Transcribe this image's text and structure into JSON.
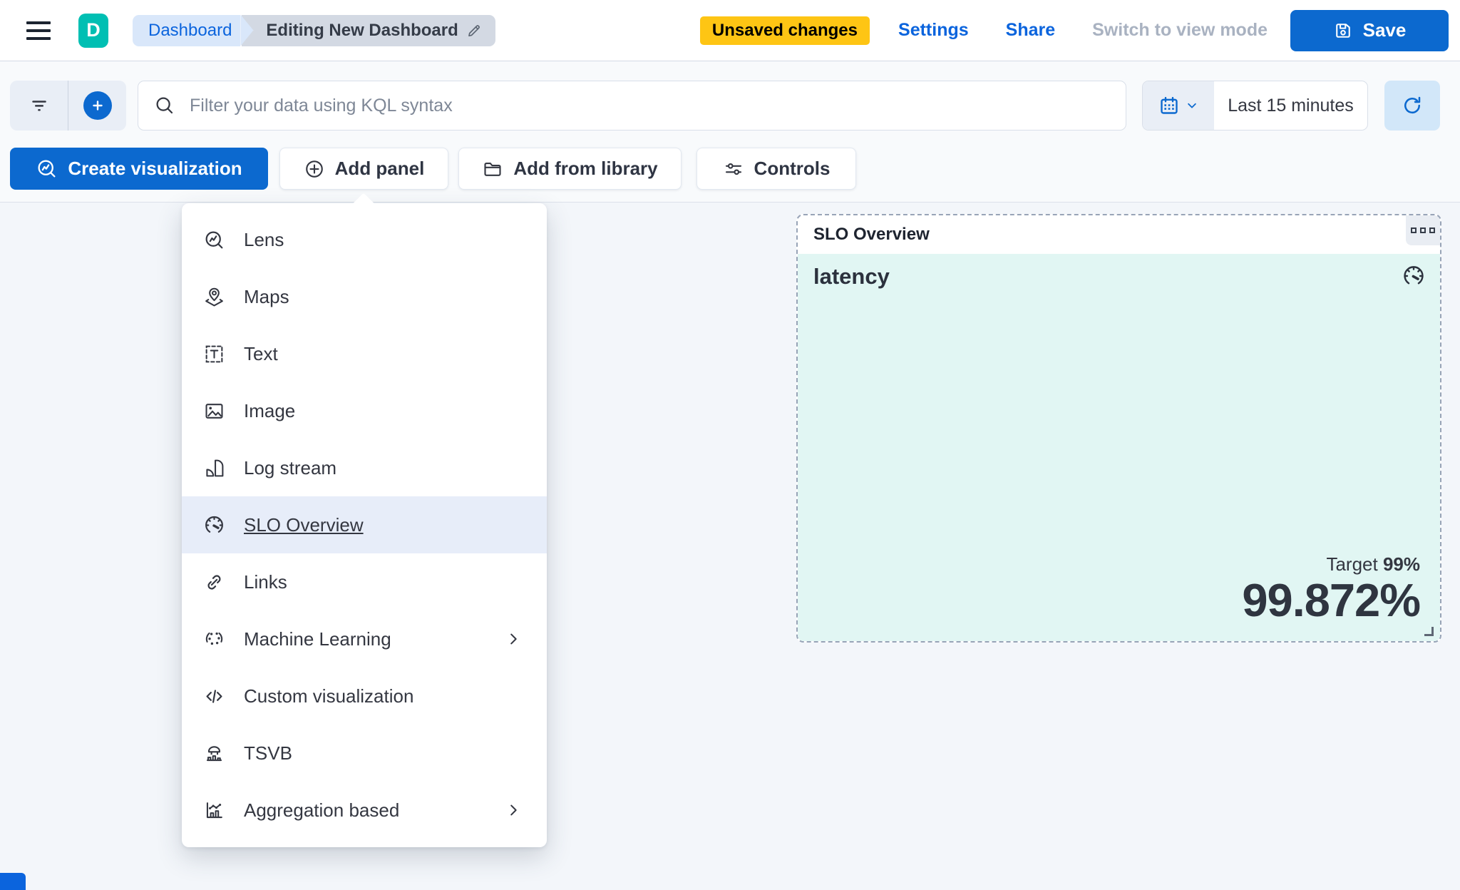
{
  "header": {
    "logo_letter": "D",
    "breadcrumbs": [
      {
        "label": "Dashboard"
      },
      {
        "label": "Editing New Dashboard"
      }
    ],
    "unsaved_badge": "Unsaved changes",
    "settings_label": "Settings",
    "share_label": "Share",
    "view_mode_label": "Switch to view mode",
    "save_label": "Save"
  },
  "filter_bar": {
    "search_placeholder": "Filter your data using KQL syntax",
    "time_range": "Last 15 minutes"
  },
  "toolbar": {
    "create_visualization_label": "Create visualization",
    "add_panel_label": "Add panel",
    "add_from_library_label": "Add from library",
    "controls_label": "Controls"
  },
  "add_panel_menu": {
    "items": [
      {
        "label": "Lens",
        "icon": "lens-icon",
        "selected": false,
        "has_submenu": false
      },
      {
        "label": "Maps",
        "icon": "maps-icon",
        "selected": false,
        "has_submenu": false
      },
      {
        "label": "Text",
        "icon": "text-icon",
        "selected": false,
        "has_submenu": false
      },
      {
        "label": "Image",
        "icon": "image-icon",
        "selected": false,
        "has_submenu": false
      },
      {
        "label": "Log stream",
        "icon": "log-stream-icon",
        "selected": false,
        "has_submenu": false
      },
      {
        "label": "SLO Overview",
        "icon": "gauge-icon",
        "selected": true,
        "has_submenu": false
      },
      {
        "label": "Links",
        "icon": "link-icon",
        "selected": false,
        "has_submenu": false
      },
      {
        "label": "Machine Learning",
        "icon": "machine-learning-icon",
        "selected": false,
        "has_submenu": true
      },
      {
        "label": "Custom visualization",
        "icon": "code-icon",
        "selected": false,
        "has_submenu": false
      },
      {
        "label": "TSVB",
        "icon": "tsvb-icon",
        "selected": false,
        "has_submenu": false
      },
      {
        "label": "Aggregation based",
        "icon": "aggregation-icon",
        "selected": false,
        "has_submenu": true
      }
    ]
  },
  "slo_panel": {
    "title": "SLO Overview",
    "metric_name": "latency",
    "target_label": "Target",
    "target_value": "99%",
    "value": "99.872%"
  },
  "colors": {
    "primary_blue": "#0C69CF",
    "link_blue": "#0B64DD",
    "logo_teal": "#00BFB3",
    "warning_yellow": "#FEC514",
    "panel_mint": "#E1F6F3",
    "menu_highlight": "#E7EDF9",
    "dashed_border": "#98A4B7",
    "text_dark": "#343741"
  }
}
